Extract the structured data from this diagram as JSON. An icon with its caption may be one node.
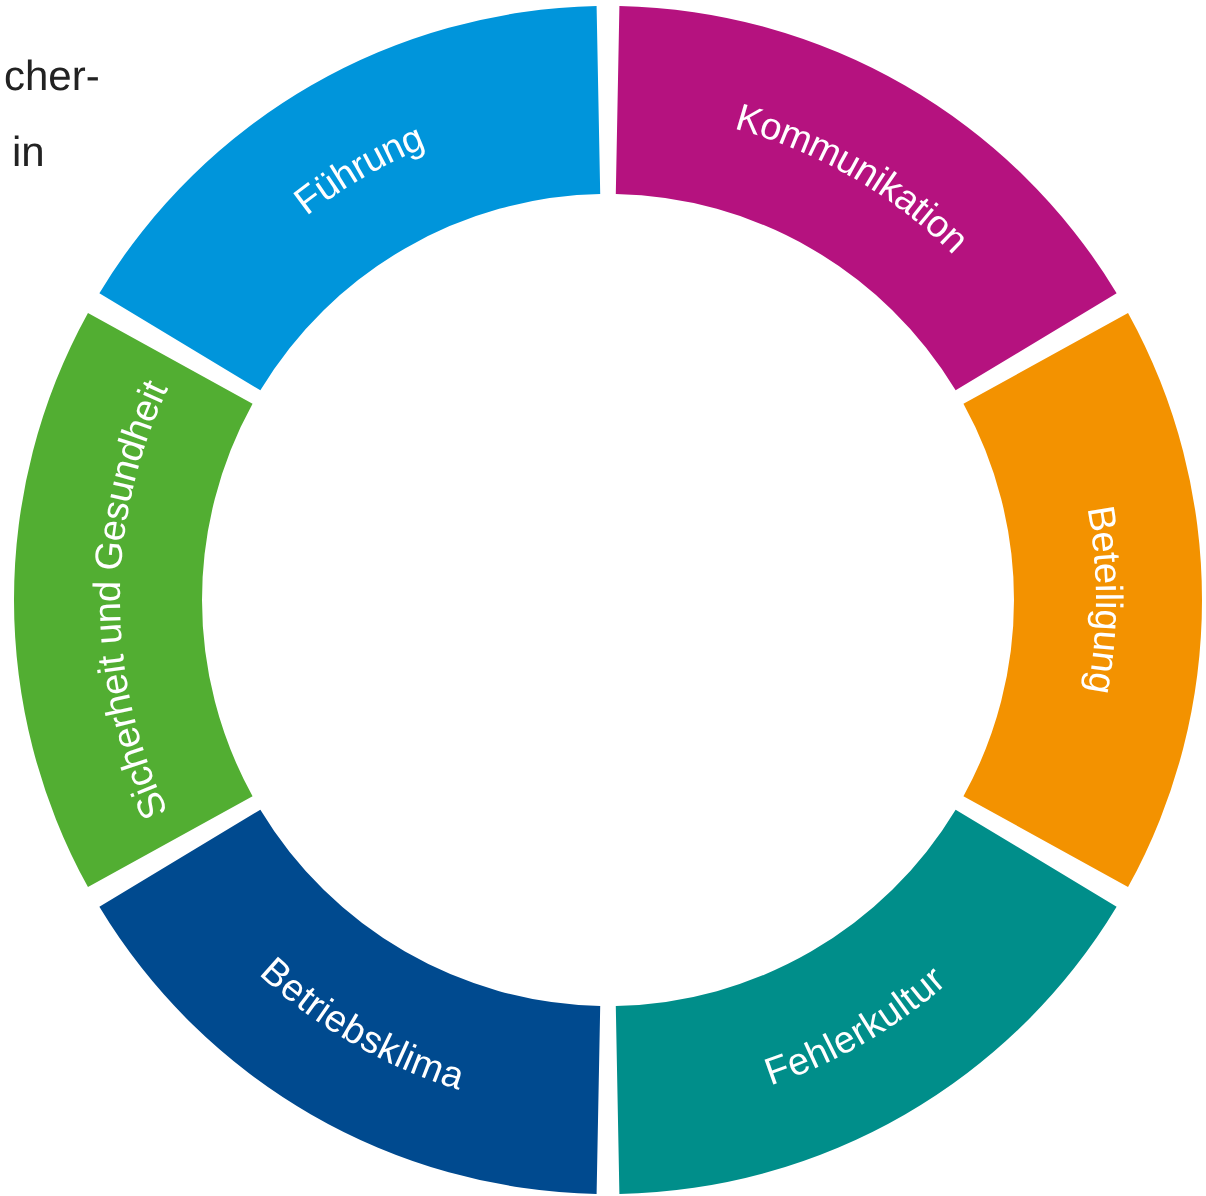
{
  "diagram": {
    "nodes": [
      {
        "text": [
          "Kommunikation"
        ]
      },
      {
        "text": [
          "Beteiligung"
        ]
      },
      {
        "text": [
          "Fehlerkultur"
        ]
      },
      {
        "text": [
          "Betriebsklima"
        ]
      },
      {
        "text": [
          "Sicherheit und Gesundheit"
        ]
      },
      {
        "text": [
          "Führung"
        ]
      }
    ],
    "labels": [
      "cher-",
      "in"
    ]
  }
}
